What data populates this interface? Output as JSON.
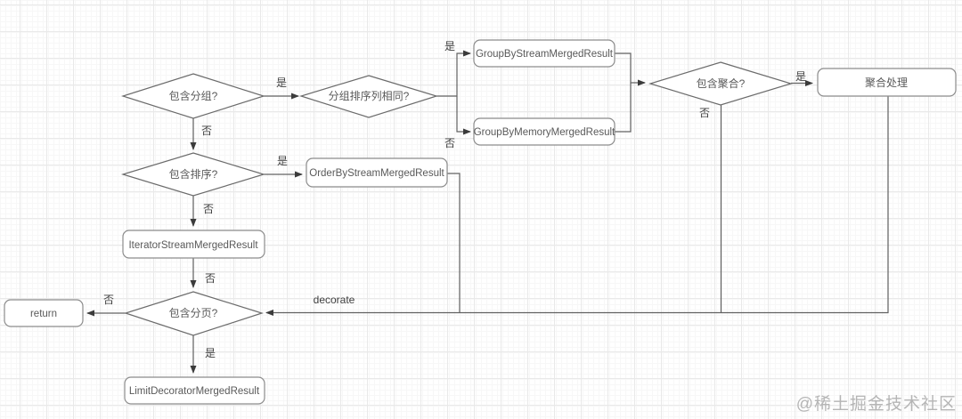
{
  "diagram": {
    "type": "flowchart",
    "labels": {
      "yes": "是",
      "no": "否",
      "decorate": "decorate"
    },
    "nodes": {
      "contains_group": {
        "label": "包含分组?",
        "shape": "diamond"
      },
      "group_order_columns_same": {
        "label": "分组排序列相同?",
        "shape": "diamond"
      },
      "group_by_stream": {
        "label": "GroupByStreamMergedResult",
        "shape": "rounded-rect"
      },
      "group_by_memory": {
        "label": "GroupByMemoryMergedResult",
        "shape": "rounded-rect"
      },
      "contains_aggregation": {
        "label": "包含聚合?",
        "shape": "diamond"
      },
      "aggregation_process": {
        "label": "聚合处理",
        "shape": "rounded-rect"
      },
      "contains_order": {
        "label": "包含排序?",
        "shape": "diamond"
      },
      "order_by_stream": {
        "label": "OrderByStreamMergedResult",
        "shape": "rounded-rect"
      },
      "iterator_stream": {
        "label": "IteratorStreamMergedResult",
        "shape": "rounded-rect"
      },
      "contains_pagination": {
        "label": "包含分页?",
        "shape": "diamond"
      },
      "return_node": {
        "label": "return",
        "shape": "rounded-rect"
      },
      "limit_decorator": {
        "label": "LimitDecoratorMergedResult",
        "shape": "rounded-rect"
      }
    },
    "edges": [
      {
        "from": "contains_group",
        "to": "group_order_columns_same",
        "label": "是"
      },
      {
        "from": "contains_group",
        "to": "contains_order",
        "label": "否"
      },
      {
        "from": "group_order_columns_same",
        "to": "group_by_stream",
        "label": "是"
      },
      {
        "from": "group_order_columns_same",
        "to": "group_by_memory",
        "label": "否"
      },
      {
        "from": "group_by_stream",
        "to": "contains_aggregation",
        "label": ""
      },
      {
        "from": "group_by_memory",
        "to": "contains_aggregation",
        "label": ""
      },
      {
        "from": "contains_aggregation",
        "to": "aggregation_process",
        "label": "是"
      },
      {
        "from": "contains_aggregation",
        "to": "contains_pagination",
        "label": "否"
      },
      {
        "from": "aggregation_process",
        "to": "contains_pagination",
        "label": "decorate"
      },
      {
        "from": "contains_order",
        "to": "order_by_stream",
        "label": "是"
      },
      {
        "from": "contains_order",
        "to": "iterator_stream",
        "label": "否"
      },
      {
        "from": "order_by_stream",
        "to": "contains_pagination",
        "label": ""
      },
      {
        "from": "iterator_stream",
        "to": "contains_pagination",
        "label": "否"
      },
      {
        "from": "contains_pagination",
        "to": "return_node",
        "label": "否"
      },
      {
        "from": "contains_pagination",
        "to": "limit_decorator",
        "label": "是"
      }
    ],
    "watermark": "@稀土掘金技术社区",
    "colors": {
      "line": "#616161",
      "node_border": "#8c8c8c",
      "diamond_border": "#6b6b6b",
      "node_fill": "#ffffff",
      "text": "#595959",
      "edge_label": "#3f3f3f",
      "watermark": "#b5b5b5",
      "grid_major": "#e9e9e9",
      "grid_minor": "#f7f7f7"
    }
  }
}
